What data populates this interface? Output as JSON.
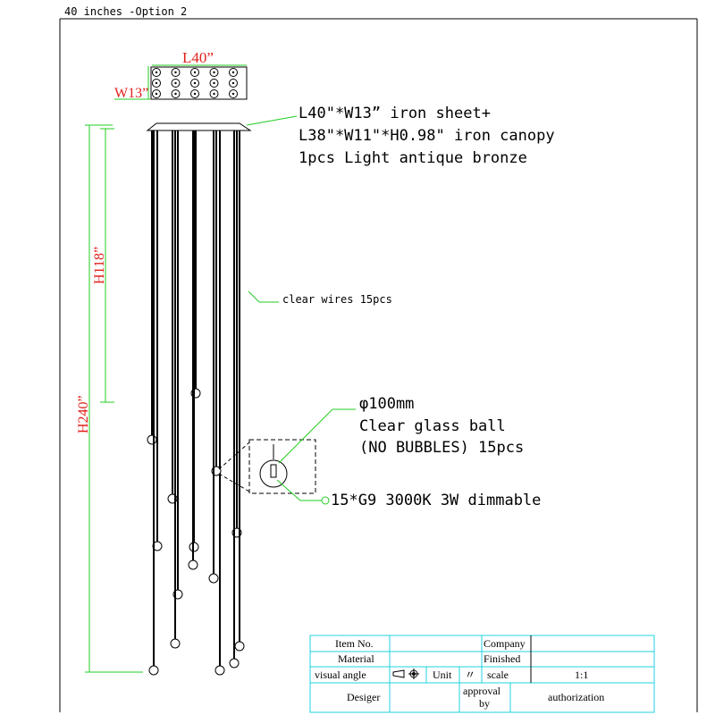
{
  "title": "40 inches -Option 2",
  "dimensions": {
    "length": "L40”",
    "width": "W13”",
    "height_overall": "H240”",
    "height_wire": "H118”"
  },
  "annotations": {
    "canopy_line1": "L40\"*W13” iron sheet+",
    "canopy_line2": "L38\"*W11\"*H0.98\" iron canopy",
    "canopy_line3": "1pcs Light antique bronze",
    "wires": "clear wires  15pcs",
    "ball_line1": "φ100mm",
    "ball_line2": "Clear glass ball",
    "ball_line3": "(NO BUBBLES) 15pcs",
    "bulb": "15*G9 3000K 3W dimmable"
  },
  "title_block": {
    "item_no": "Item No.",
    "company": "Company",
    "material": "Material",
    "finished": "Finished",
    "visual_angle": "visual angle",
    "unit": "Unit",
    "unit_value": "〃",
    "scale": "scale",
    "scale_value": "1:1",
    "designer": "Desiger",
    "approval_1": "approval",
    "approval_2": "by",
    "authorization": "authorization"
  },
  "colors": {
    "dimension": "#e0201c",
    "leader": "#22cc22",
    "table": "#22d3e0"
  }
}
